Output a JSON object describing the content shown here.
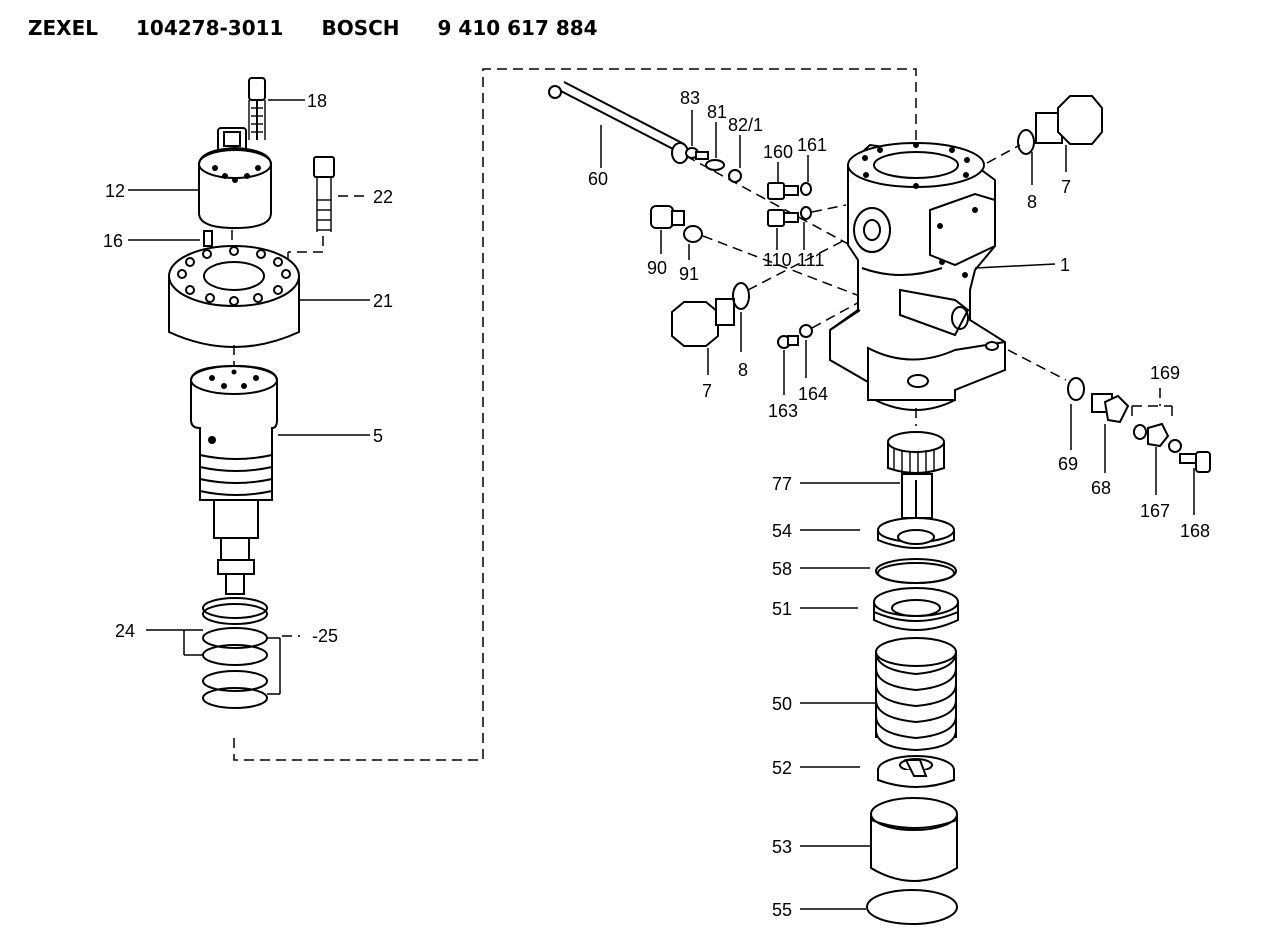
{
  "header": {
    "brand1": "ZEXEL",
    "part1": "104278-3011",
    "brand2": "BOSCH",
    "part2": "9 410 617 884"
  },
  "labels": {
    "l18": "18",
    "l12": "12",
    "l22": "22",
    "l16": "16",
    "l21": "21",
    "l5": "5",
    "l24": "24",
    "l25": "-25",
    "l60": "60",
    "l83": "83",
    "l81": "81",
    "l82_1": "82/1",
    "l160": "160",
    "l161": "161",
    "l8a": "8",
    "l7a": "7",
    "l1": "1",
    "l90": "90",
    "l91": "91",
    "l110": "110",
    "l111": "111",
    "l8b": "8",
    "l7b": "7",
    "l163": "163",
    "l164": "164",
    "l169": "169",
    "l69": "69",
    "l68": "68",
    "l167": "167",
    "l168": "168",
    "l77": "77",
    "l54": "54",
    "l58": "58",
    "l51": "51",
    "l50": "50",
    "l52": "52",
    "l53": "53",
    "l55": "55"
  }
}
